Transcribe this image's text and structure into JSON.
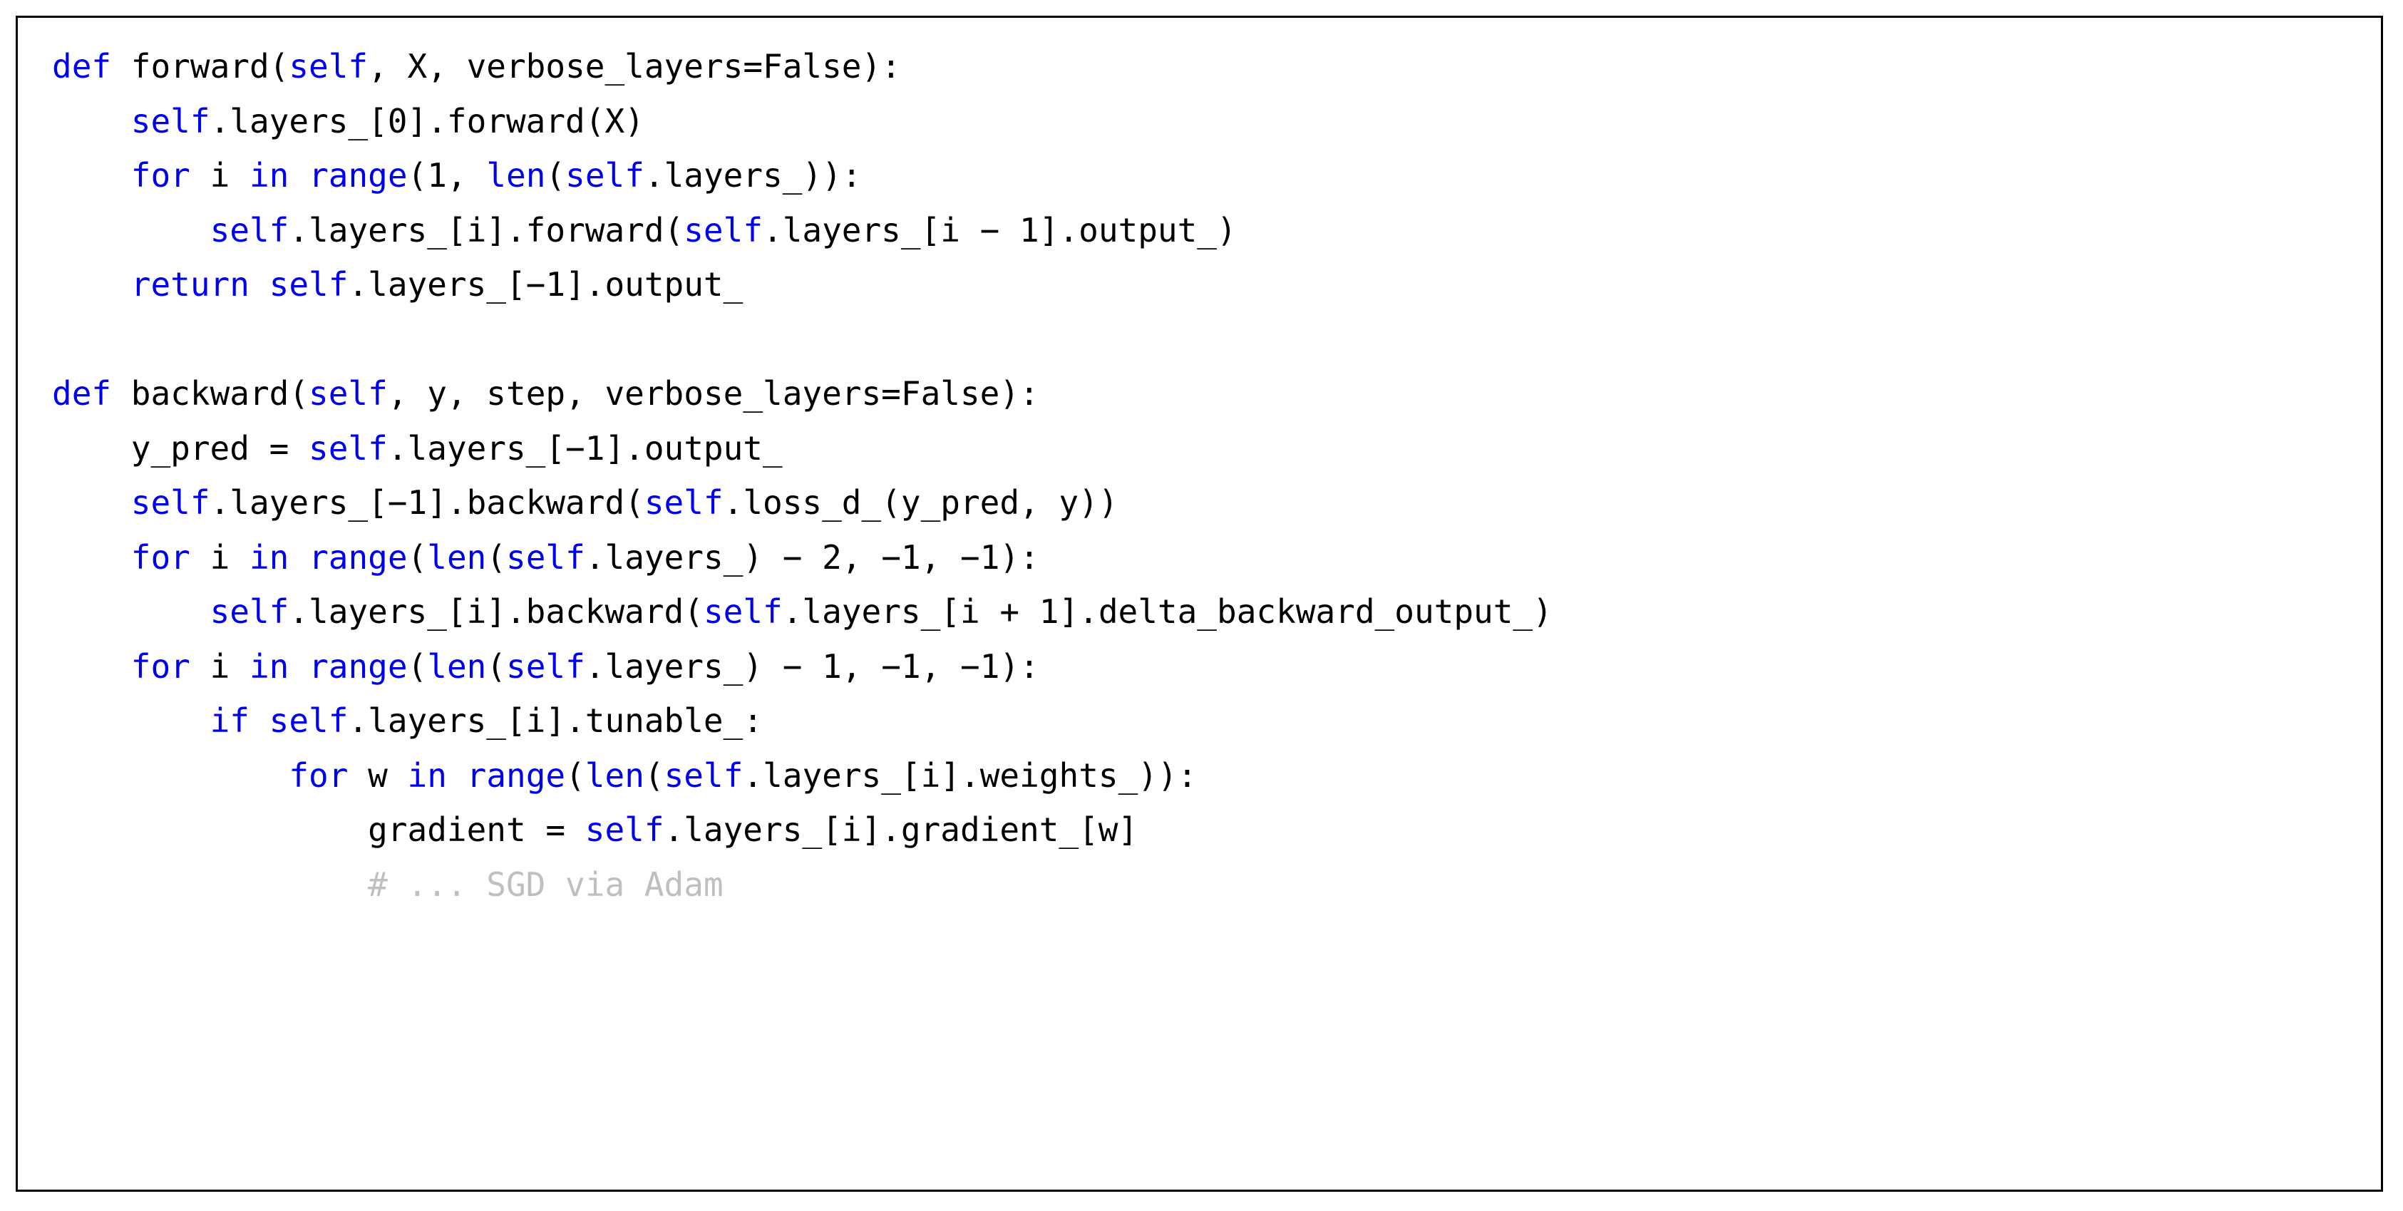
{
  "listing": {
    "language": "python",
    "colors": {
      "keyword": "#0000f0",
      "text": "#000000",
      "comment": "#bfbfbf",
      "border": "#000000",
      "background": "#ffffff"
    },
    "lines": [
      {
        "id": "line-1",
        "indent": 0,
        "tokens": [
          {
            "t": "def",
            "c": "kw"
          },
          {
            "t": " forward(",
            "c": "plain"
          },
          {
            "t": "self",
            "c": "self"
          },
          {
            "t": ", X, verbose_layers=False):",
            "c": "plain"
          }
        ],
        "text": "def forward(self, X, verbose_layers=False):"
      },
      {
        "id": "line-2",
        "indent": 1,
        "tokens": [
          {
            "t": "self",
            "c": "self"
          },
          {
            "t": ".layers_[0].forward(X)",
            "c": "plain"
          }
        ],
        "text": "    self.layers_[0].forward(X)"
      },
      {
        "id": "line-3",
        "indent": 1,
        "tokens": [
          {
            "t": "for",
            "c": "kw"
          },
          {
            "t": " i ",
            "c": "plain"
          },
          {
            "t": "in",
            "c": "kw"
          },
          {
            "t": " ",
            "c": "plain"
          },
          {
            "t": "range",
            "c": "kw"
          },
          {
            "t": "(1, ",
            "c": "plain"
          },
          {
            "t": "len",
            "c": "kw"
          },
          {
            "t": "(",
            "c": "plain"
          },
          {
            "t": "self",
            "c": "self"
          },
          {
            "t": ".layers_)):",
            "c": "plain"
          }
        ],
        "text": "    for i in range(1, len(self.layers_)):"
      },
      {
        "id": "line-4",
        "indent": 2,
        "tokens": [
          {
            "t": "self",
            "c": "self"
          },
          {
            "t": ".layers_[i].forward(",
            "c": "plain"
          },
          {
            "t": "self",
            "c": "self"
          },
          {
            "t": ".layers_[i − 1].output_)",
            "c": "plain"
          }
        ],
        "text": "        self.layers_[i].forward(self.layers_[i − 1].output_)"
      },
      {
        "id": "line-5",
        "indent": 1,
        "tokens": [
          {
            "t": "return",
            "c": "kw"
          },
          {
            "t": " ",
            "c": "plain"
          },
          {
            "t": "self",
            "c": "self"
          },
          {
            "t": ".layers_[−1].output_",
            "c": "plain"
          }
        ],
        "text": "    return self.layers_[−1].output_"
      },
      {
        "id": "line-6",
        "blank": true,
        "tokens": [],
        "text": ""
      },
      {
        "id": "line-7",
        "indent": 0,
        "tokens": [
          {
            "t": "def",
            "c": "kw"
          },
          {
            "t": " backward(",
            "c": "plain"
          },
          {
            "t": "self",
            "c": "self"
          },
          {
            "t": ", y, step, verbose_layers=False):",
            "c": "plain"
          }
        ],
        "text": "def backward(self, y, step, verbose_layers=False):"
      },
      {
        "id": "line-8",
        "indent": 1,
        "tokens": [
          {
            "t": "y_pred = ",
            "c": "plain"
          },
          {
            "t": "self",
            "c": "self"
          },
          {
            "t": ".layers_[−1].output_",
            "c": "plain"
          }
        ],
        "text": "    y_pred = self.layers_[−1].output_"
      },
      {
        "id": "line-9",
        "indent": 1,
        "tokens": [
          {
            "t": "self",
            "c": "self"
          },
          {
            "t": ".layers_[−1].backward(",
            "c": "plain"
          },
          {
            "t": "self",
            "c": "self"
          },
          {
            "t": ".loss_d_(y_pred, y))",
            "c": "plain"
          }
        ],
        "text": "    self.layers_[−1].backward(self.loss_d_(y_pred, y))"
      },
      {
        "id": "line-10",
        "indent": 1,
        "tokens": [
          {
            "t": "for",
            "c": "kw"
          },
          {
            "t": " i ",
            "c": "plain"
          },
          {
            "t": "in",
            "c": "kw"
          },
          {
            "t": " ",
            "c": "plain"
          },
          {
            "t": "range",
            "c": "kw"
          },
          {
            "t": "(",
            "c": "plain"
          },
          {
            "t": "len",
            "c": "kw"
          },
          {
            "t": "(",
            "c": "plain"
          },
          {
            "t": "self",
            "c": "self"
          },
          {
            "t": ".layers_) − 2, −1, −1):",
            "c": "plain"
          }
        ],
        "text": "    for i in range(len(self.layers_) − 2, −1, −1):"
      },
      {
        "id": "line-11",
        "indent": 2,
        "tokens": [
          {
            "t": "self",
            "c": "self"
          },
          {
            "t": ".layers_[i].backward(",
            "c": "plain"
          },
          {
            "t": "self",
            "c": "self"
          },
          {
            "t": ".layers_[i + 1].delta_backward_output_)",
            "c": "plain"
          }
        ],
        "text": "        self.layers_[i].backward(self.layers_[i + 1].delta_backward_output_)"
      },
      {
        "id": "line-12",
        "indent": 1,
        "tokens": [
          {
            "t": "for",
            "c": "kw"
          },
          {
            "t": " i ",
            "c": "plain"
          },
          {
            "t": "in",
            "c": "kw"
          },
          {
            "t": " ",
            "c": "plain"
          },
          {
            "t": "range",
            "c": "kw"
          },
          {
            "t": "(",
            "c": "plain"
          },
          {
            "t": "len",
            "c": "kw"
          },
          {
            "t": "(",
            "c": "plain"
          },
          {
            "t": "self",
            "c": "self"
          },
          {
            "t": ".layers_) − 1, −1, −1):",
            "c": "plain"
          }
        ],
        "text": "    for i in range(len(self.layers_) − 1, −1, −1):"
      },
      {
        "id": "line-13",
        "indent": 2,
        "tokens": [
          {
            "t": "if",
            "c": "kw"
          },
          {
            "t": " ",
            "c": "plain"
          },
          {
            "t": "self",
            "c": "self"
          },
          {
            "t": ".layers_[i].tunable_:",
            "c": "plain"
          }
        ],
        "text": "        if self.layers_[i].tunable_:"
      },
      {
        "id": "line-14",
        "indent": 3,
        "tokens": [
          {
            "t": "for",
            "c": "kw"
          },
          {
            "t": " w ",
            "c": "plain"
          },
          {
            "t": "in",
            "c": "kw"
          },
          {
            "t": " ",
            "c": "plain"
          },
          {
            "t": "range",
            "c": "kw"
          },
          {
            "t": "(",
            "c": "plain"
          },
          {
            "t": "len",
            "c": "kw"
          },
          {
            "t": "(",
            "c": "plain"
          },
          {
            "t": "self",
            "c": "self"
          },
          {
            "t": ".layers_[i].weights_)):",
            "c": "plain"
          }
        ],
        "text": "            for w in range(len(self.layers_[i].weights_)):"
      },
      {
        "id": "line-15",
        "indent": 4,
        "tokens": [
          {
            "t": "gradient = ",
            "c": "plain"
          },
          {
            "t": "self",
            "c": "self"
          },
          {
            "t": ".layers_[i].gradient_[w]",
            "c": "plain"
          }
        ],
        "text": "                gradient = self.layers_[i].gradient_[w]"
      },
      {
        "id": "line-16",
        "indent": 4,
        "tokens": [
          {
            "t": "# ... SGD via Adam",
            "c": "com"
          }
        ],
        "text": "                # ... SGD via Adam"
      }
    ]
  }
}
